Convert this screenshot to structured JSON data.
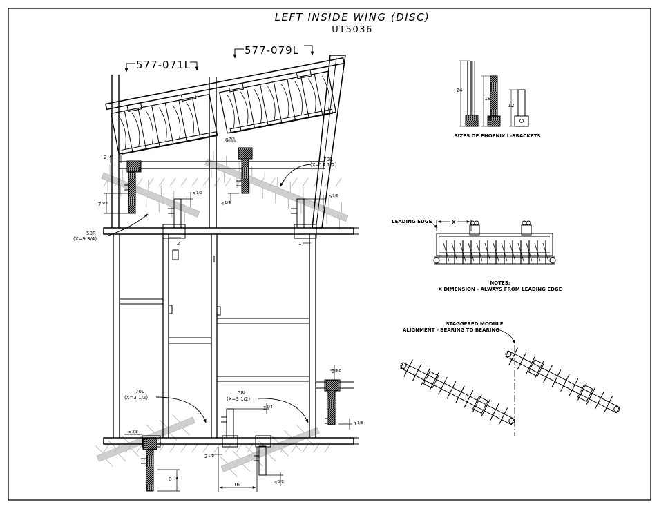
{
  "title": "LEFT INSIDE WING (DISC)",
  "subtitle": "UT5036",
  "part_numbers": {
    "left": "577-071L",
    "right": "577-079L"
  },
  "brackets": {
    "caption": "SIZES OF PHOENIX L-BRACKETS",
    "sizes": [
      "24",
      "18",
      "12"
    ]
  },
  "leading_edge": {
    "label": "LEADING EDGE",
    "x_marker": "X",
    "notes_heading": "NOTES:",
    "notes_text": "X DIMENSION - ALWAYS FROM LEADING EDGE"
  },
  "staggered": {
    "line1": "STAGGERED MODULE",
    "line2": "ALIGNMENT - BEARING TO BEARING"
  },
  "callouts": [
    {
      "id": "70R",
      "name": "70R",
      "x": "(X=14 1/2)"
    },
    {
      "id": "58R",
      "name": "58R",
      "x": "(X=9 3/4)"
    },
    {
      "id": "70L",
      "name": "70L",
      "x": "(X=3 1/2)"
    },
    {
      "id": "58L",
      "name": "58L",
      "x": "(X=3 1/2)"
    }
  ],
  "dimensions": {
    "d_2h_a": "2",
    "d_2h_a_f": "1/2",
    "d_8_7_8": "8",
    "d_8_7_8_f": "7/8",
    "d_7_5_8": "7",
    "d_7_5_8_f": "5/8",
    "d_3_1_2": "3",
    "d_3_1_2_f": "1/2",
    "d_4_1_4": "4",
    "d_4_1_4_f": "1/4",
    "d_5_7_8": "5",
    "d_5_7_8_f": "7/8",
    "d_2": "2",
    "d_1": "1",
    "d_2_3_8": "2",
    "d_2_3_8_f": "3/8",
    "d_2_1_4": "2",
    "d_2_1_4_f": "1/4",
    "d_1_1_8": "1",
    "d_1_1_8_f": "1/8",
    "d_9_3_8": "9",
    "d_9_3_8_f": "3/8",
    "d_2_1_8": "2",
    "d_2_1_8_f": "1/8",
    "d_8_1_4": "8",
    "d_8_1_4_f": "1/4",
    "d_4_5_8": "4",
    "d_4_5_8_f": "5/8",
    "d_16": "16"
  }
}
